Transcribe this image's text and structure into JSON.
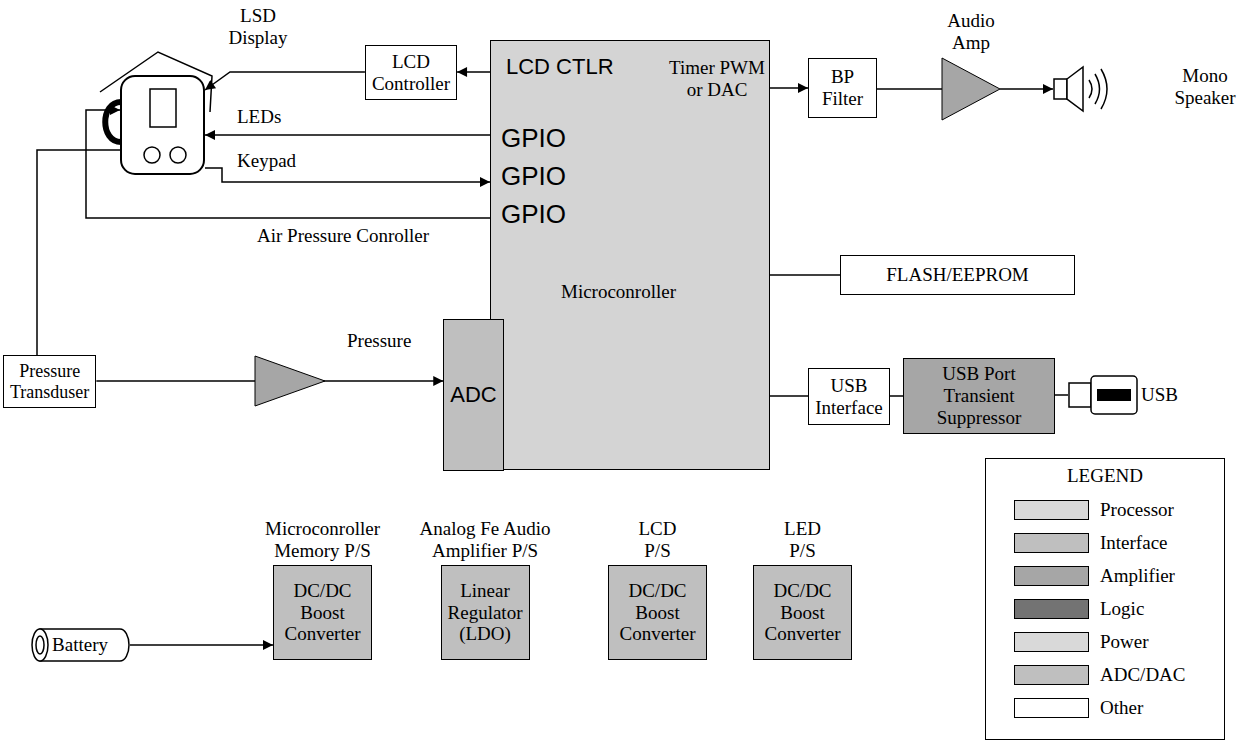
{
  "diagram": {
    "nodes": [
      {
        "text": [
          "LSD Display"
        ]
      },
      {
        "text": [
          "LCD Controller"
        ]
      },
      {
        "text": [
          "LCD CTLR",
          "Timer PWM or DAC",
          "GPIO",
          "GPIO",
          "GPIO",
          "Microconroller"
        ]
      },
      {
        "text": [
          "ADC"
        ],
        "in": 2
      },
      {
        "text": [
          "BP Filter"
        ]
      },
      {
        "text": [
          "Audio Amp"
        ]
      },
      {
        "text": [
          "Mono Speaker"
        ]
      },
      {
        "text": [
          "FLASH/EEPROM"
        ]
      },
      {
        "text": [
          "Pressure Transduser"
        ]
      },
      {
        "text": [
          "USB Interface"
        ]
      },
      {
        "text": [
          "USB Port Transient Suppressor"
        ]
      },
      {
        "text": [
          "USB"
        ]
      },
      {
        "text": [
          "Battery"
        ]
      },
      {
        "text": [
          "Microconroller Memory P/S",
          "DC/DC Boost Converter"
        ]
      },
      {
        "text": [
          "Analog Fe Audio Amplifier P/S",
          "Linear Regulator (LDO)"
        ]
      },
      {
        "text": [
          "LCD P/S",
          "DC/DC Boost Converter"
        ]
      },
      {
        "text": [
          "LED P/S",
          "DC/DC Boost Converter"
        ]
      }
    ],
    "edges": [
      {
        "from": 2,
        "to": 1,
        "arrow": "to"
      },
      {
        "from": 1,
        "to": 0,
        "arrow": "to"
      },
      {
        "from": 2,
        "to": 0,
        "label": "LEDs",
        "arrow": "to"
      },
      {
        "from": 0,
        "to": 2,
        "label": "Keypad",
        "arrow": "to"
      },
      {
        "from": 2,
        "to": 0,
        "label": "Air Pressure Conroller",
        "arrow": "to"
      },
      {
        "from": 8,
        "to": 0,
        "arrow": "none"
      },
      {
        "from": 8,
        "to": 3,
        "label": "Pressure",
        "arrow": "to"
      },
      {
        "from": 2,
        "to": 4,
        "arrow": "to"
      },
      {
        "from": 4,
        "to": 5,
        "arrow": "none"
      },
      {
        "from": 5,
        "to": 6,
        "arrow": "to"
      },
      {
        "from": 2,
        "to": 7,
        "arrow": "none"
      },
      {
        "from": 2,
        "to": 9,
        "arrow": "none"
      },
      {
        "from": 9,
        "to": 10,
        "arrow": "none"
      },
      {
        "from": 10,
        "to": 11,
        "arrow": "none"
      },
      {
        "from": 12,
        "to": 13,
        "arrow": "to"
      }
    ],
    "labels": [
      "LEGEND"
    ],
    "legend": [
      {
        "text": "Processor",
        "color": "#d9d9d9"
      },
      {
        "text": "Interface",
        "color": "#bfbfbf"
      },
      {
        "text": "Amplifier",
        "color": "#a6a6a6"
      },
      {
        "text": "Logic",
        "color": "#737373"
      },
      {
        "text": "Power",
        "color": "#d9d9d9"
      },
      {
        "text": "ADC/DAC",
        "color": "#bfbfbf"
      },
      {
        "text": "Other",
        "color": "#ffffff"
      }
    ]
  }
}
